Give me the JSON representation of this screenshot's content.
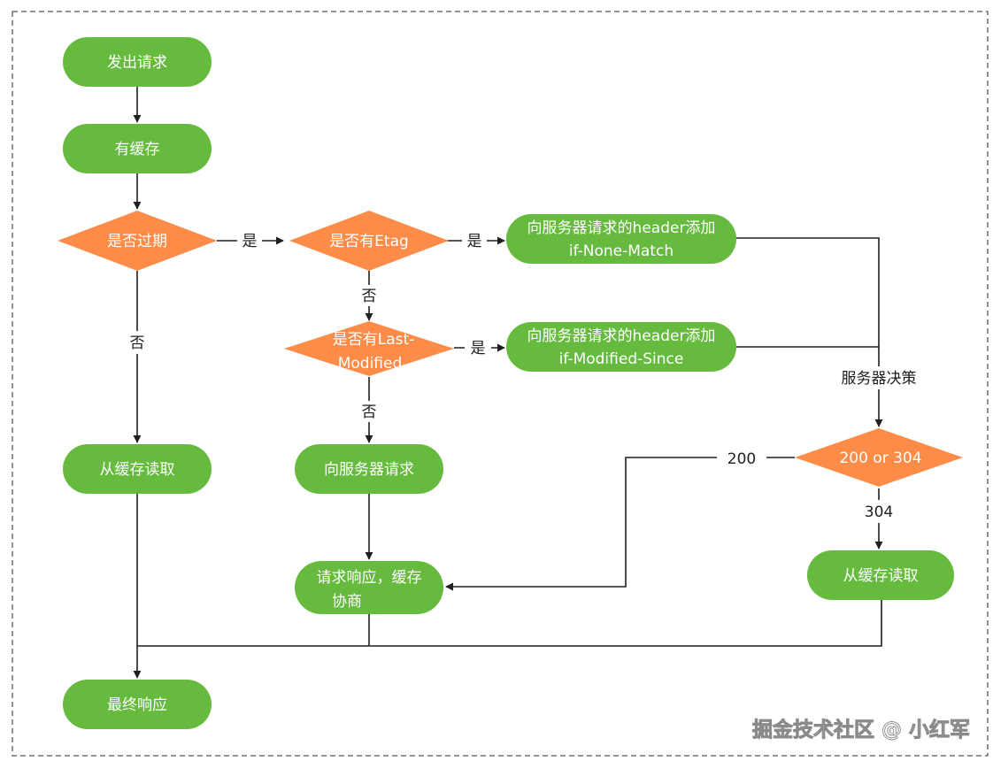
{
  "nodes": {
    "start": "发出请求",
    "has_cache": "有缓存",
    "is_expired": "是否过期",
    "has_etag": "是否有Etag",
    "etag_header": [
      "向服务器请求的header添加",
      "if-None-Match"
    ],
    "has_last_modified": [
      "是否有Last-",
      "Modified"
    ],
    "last_modified_header": [
      "向服务器请求的header添加",
      "if-Modified-Since"
    ],
    "read_cache_left": "从缓存读取",
    "request_server": "向服务器请求",
    "response_cache": [
      "请求响应，缓存",
      "协商"
    ],
    "server_decision_label": "服务器决策",
    "status_check": "200 or 304",
    "read_cache_right": "从缓存读取",
    "final_response": "最终响应"
  },
  "edges": {
    "yes": "是",
    "no": "否",
    "code_200": "200",
    "code_304": "304"
  },
  "colors": {
    "process": "#66bb3f",
    "decision": "#fd8c49",
    "line": "#1f1f1f",
    "frame": "#555555"
  },
  "watermark": "掘金技术社区 @ 小红军"
}
